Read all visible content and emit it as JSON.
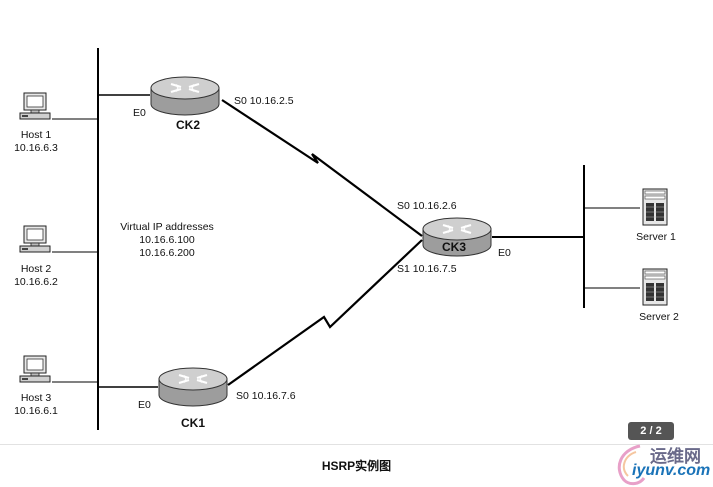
{
  "diagram": {
    "hosts": [
      {
        "name": "Host 1",
        "ip": "10.16.6.3"
      },
      {
        "name": "Host 2",
        "ip": "10.16.6.2"
      },
      {
        "name": "Host 3",
        "ip": "10.16.6.1"
      }
    ],
    "virtual_ip": {
      "title": "Virtual IP addresses",
      "addr1": "10.16.6.100",
      "addr2": "10.16.6.200"
    },
    "routers": {
      "ck2": {
        "name": "CK2",
        "e0": "E0",
        "s0": "S0 10.16.2.5"
      },
      "ck1": {
        "name": "CK1",
        "e0": "E0",
        "s0": "S0 10.16.7.6"
      },
      "ck3": {
        "name": "CK3",
        "s0": "S0 10.16.2.6",
        "s1": "S1 10.16.7.5",
        "e0": "E0"
      }
    },
    "servers": [
      {
        "name": "Server 1"
      },
      {
        "name": "Server 2"
      }
    ]
  },
  "caption": "HSRP实例图",
  "pager": "2 / 2",
  "watermark": {
    "cn": "运维网",
    "en": "iyunv.com"
  },
  "colors": {
    "line": "#000000",
    "router_body": "#a9a9a9",
    "router_top": "#d2d2d2",
    "pager_bg": "#555555",
    "watermark_blue": "#1a73b8"
  }
}
